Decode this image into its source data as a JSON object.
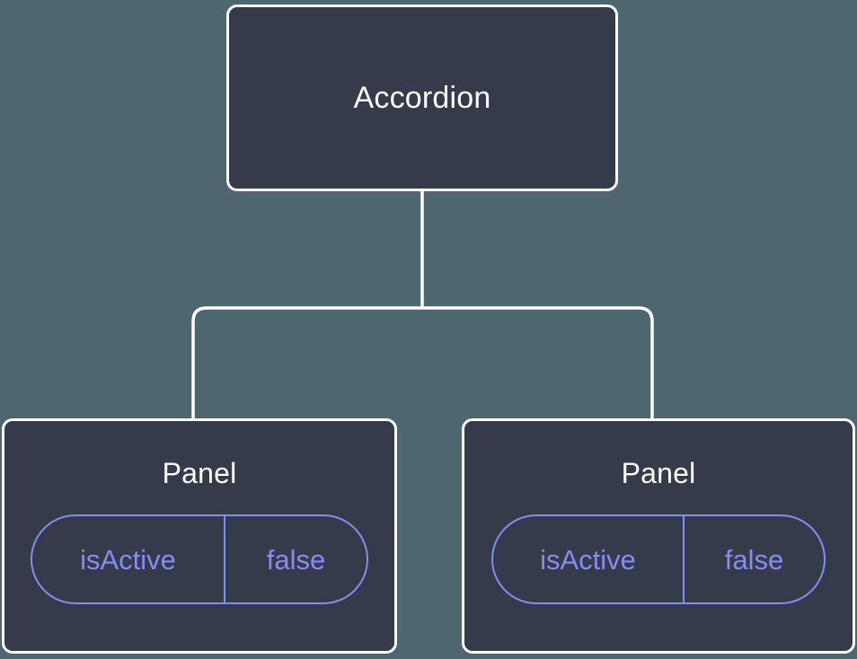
{
  "theme": {
    "background": "#4d6670",
    "node_fill": "#353b4a",
    "node_border": "#ffffff",
    "node_text": "#ffffff",
    "accent": "#868cf0",
    "edge_color": "#ffffff"
  },
  "diagram": {
    "type": "component-tree",
    "root": {
      "label": "Accordion"
    },
    "children": [
      {
        "label": "Panel",
        "prop": {
          "key": "isActive",
          "value": "false"
        }
      },
      {
        "label": "Panel",
        "prop": {
          "key": "isActive",
          "value": "false"
        }
      }
    ]
  }
}
